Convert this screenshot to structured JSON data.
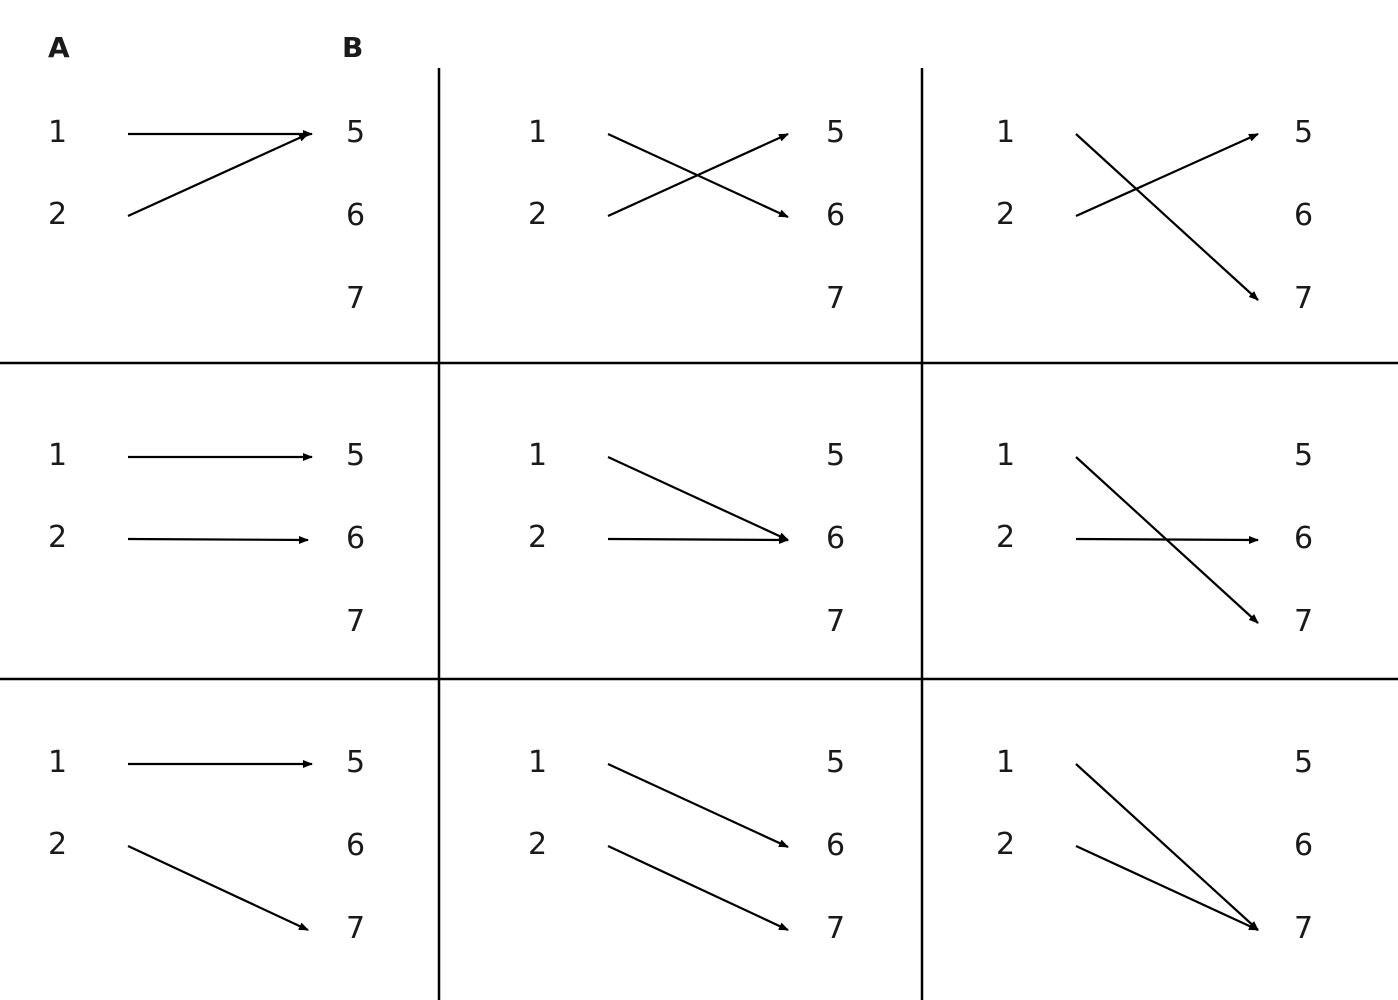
{
  "header": {
    "left": "A",
    "right": "B"
  },
  "set_a": [
    "1",
    "2"
  ],
  "set_b": [
    "5",
    "6",
    "7"
  ],
  "colors": {
    "ink": "#000000",
    "background": "#ffffff"
  },
  "mappings": [
    [
      {
        "from": "1",
        "to": "5"
      },
      {
        "from": "2",
        "to": "5"
      }
    ],
    [
      {
        "from": "1",
        "to": "6"
      },
      {
        "from": "2",
        "to": "5"
      }
    ],
    [
      {
        "from": "1",
        "to": "7"
      },
      {
        "from": "2",
        "to": "5"
      }
    ],
    [
      {
        "from": "1",
        "to": "5"
      },
      {
        "from": "2",
        "to": "6"
      }
    ],
    [
      {
        "from": "1",
        "to": "6"
      },
      {
        "from": "2",
        "to": "6"
      }
    ],
    [
      {
        "from": "1",
        "to": "7"
      },
      {
        "from": "2",
        "to": "6"
      }
    ],
    [
      {
        "from": "1",
        "to": "5"
      },
      {
        "from": "2",
        "to": "7"
      }
    ],
    [
      {
        "from": "1",
        "to": "6"
      },
      {
        "from": "2",
        "to": "7"
      }
    ],
    [
      {
        "from": "1",
        "to": "7"
      },
      {
        "from": "2",
        "to": "7"
      }
    ]
  ]
}
